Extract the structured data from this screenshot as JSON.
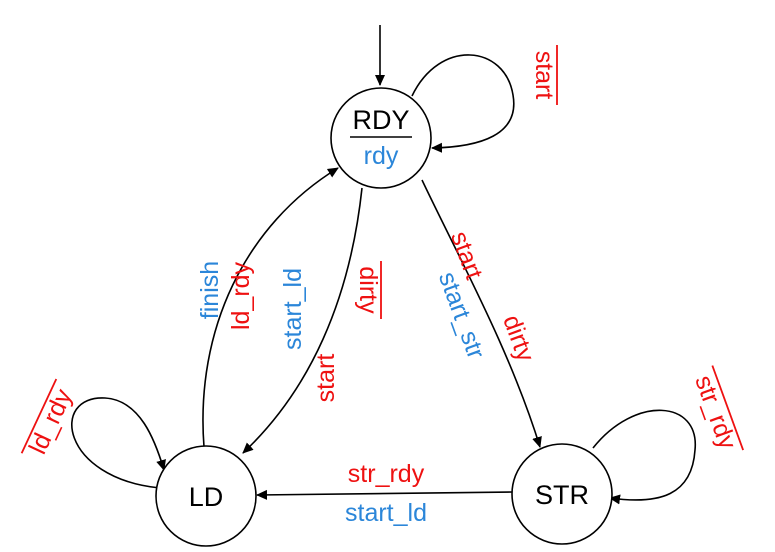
{
  "colors": {
    "condition": "#ee1111",
    "output": "#2b86d9",
    "line": "#000000"
  },
  "states": {
    "rdy": {
      "name": "RDY",
      "output": "rdy"
    },
    "ld": {
      "name": "LD"
    },
    "str": {
      "name": "STR"
    }
  },
  "transitions": {
    "rdy_self": {
      "condition": "start"
    },
    "rdy_to_ld": {
      "condition_1": "start",
      "condition_2": "dirty",
      "output": "start_ld"
    },
    "ld_to_rdy": {
      "condition": "ld_rdy",
      "output": "finish"
    },
    "ld_self": {
      "condition": "ld_rdy"
    },
    "rdy_to_str": {
      "condition_1": "start",
      "condition_2": "dirty",
      "output": "start_str"
    },
    "str_self": {
      "condition": "str_rdy"
    },
    "str_to_ld": {
      "condition": "str_rdy",
      "output": "start_ld"
    }
  }
}
